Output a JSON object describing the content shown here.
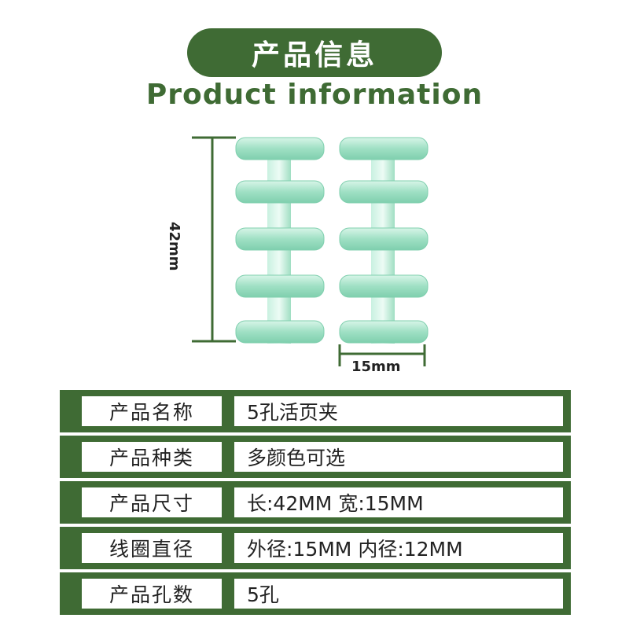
{
  "header": {
    "title": "产品信息",
    "subtitle": "Product information"
  },
  "dimensions": {
    "height_label": "42mm",
    "width_label": "15mm"
  },
  "colors": {
    "brand_green": "#3f6b34",
    "ring_color": "#a8e6cf"
  },
  "specs": [
    {
      "label": "产品名称",
      "value": "5孔活页夹"
    },
    {
      "label": "产品种类",
      "value": "多颜色可选"
    },
    {
      "label": "产品尺寸",
      "value": "长:42MM  宽:15MM"
    },
    {
      "label": "线圈直径",
      "value": "外径:15MM  内径:12MM"
    },
    {
      "label": "产品孔数",
      "value": "5孔"
    }
  ]
}
